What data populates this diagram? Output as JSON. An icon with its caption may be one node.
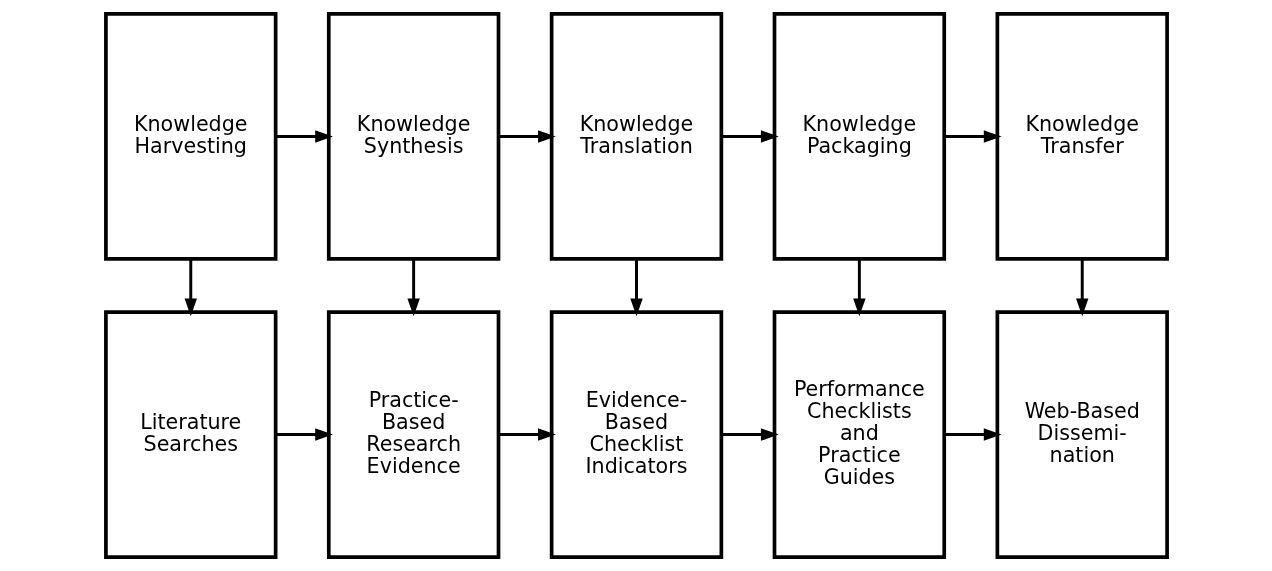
{
  "diagram": {
    "nodes": [
      {
        "text": [
          "Knowledge Harvesting"
        ]
      },
      {
        "text": [
          "Knowledge Synthesis"
        ]
      },
      {
        "text": [
          "Knowledge Translation"
        ]
      },
      {
        "text": [
          "Knowledge Packaging"
        ]
      },
      {
        "text": [
          "Knowledge Transfer"
        ]
      },
      {
        "text": [
          "Literature Searches"
        ]
      },
      {
        "text": [
          "Practice- Based Research Evidence"
        ]
      },
      {
        "text": [
          "Evidence- Based Checklist Indicators"
        ]
      },
      {
        "text": [
          "Performance Checklists and Practice Guides"
        ]
      },
      {
        "text": [
          "Web-Based Dissemi- nation"
        ]
      }
    ],
    "edges": [
      {
        "from": 0,
        "to": 1,
        "arrow": "to"
      },
      {
        "from": 1,
        "to": 2,
        "arrow": "to"
      },
      {
        "from": 2,
        "to": 3,
        "arrow": "to"
      },
      {
        "from": 3,
        "to": 4,
        "arrow": "to"
      },
      {
        "from": 0,
        "to": 5,
        "arrow": "to"
      },
      {
        "from": 1,
        "to": 6,
        "arrow": "to"
      },
      {
        "from": 2,
        "to": 7,
        "arrow": "to"
      },
      {
        "from": 3,
        "to": 8,
        "arrow": "to"
      },
      {
        "from": 4,
        "to": 9,
        "arrow": "to"
      },
      {
        "from": 5,
        "to": 6,
        "arrow": "to"
      },
      {
        "from": 6,
        "to": 7,
        "arrow": "to"
      },
      {
        "from": 7,
        "to": 8,
        "arrow": "to"
      },
      {
        "from": 8,
        "to": 9,
        "arrow": "to"
      }
    ]
  }
}
